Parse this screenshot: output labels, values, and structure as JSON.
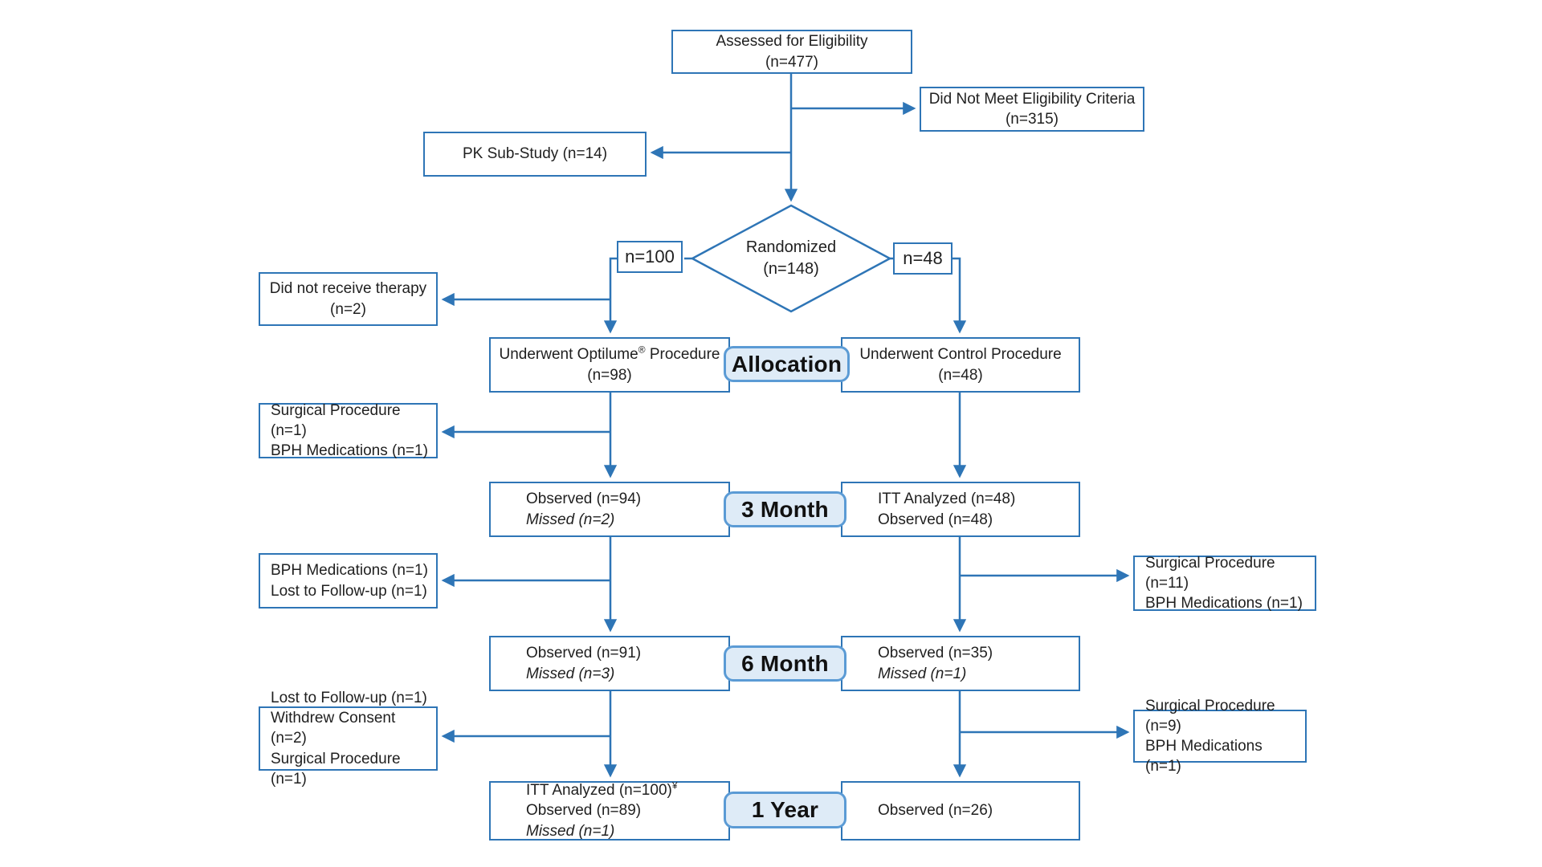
{
  "colors": {
    "line_blue": "#2e75b6",
    "badge_fill": "#deebf7",
    "badge_border": "#5b9bd5",
    "text": "#1f1f1f"
  },
  "badges": {
    "allocation": "Allocation",
    "month3": "3 Month",
    "month6": "6 Month",
    "year1": "1 Year"
  },
  "nodes": {
    "assessed": {
      "lines": [
        "Assessed for Eligibility",
        "(n=477)"
      ]
    },
    "not_eligible": {
      "lines": [
        "Did Not Meet Eligibility Criteria",
        "(n=315)"
      ]
    },
    "pk_substudy": {
      "lines": [
        "PK Sub-Study (n=14)"
      ]
    },
    "randomized": {
      "lines": [
        "Randomized",
        "(n=148)"
      ]
    },
    "n100": {
      "label": "n=100"
    },
    "n48": {
      "label": "n=48"
    },
    "no_therapy": {
      "lines": [
        "Did not receive therapy",
        "(n=2)"
      ]
    },
    "optilume": {
      "line1_prefix": "Underwent Optilume",
      "line1_sup": "®",
      "line1_suffix": " Procedure",
      "line2": "(n=98)"
    },
    "control": {
      "lines": [
        "Underwent Control Procedure",
        "(n=48)"
      ]
    },
    "excl_optilume_3m": {
      "lines": [
        "Surgical Procedure (n=1)",
        "BPH Medications (n=1)"
      ]
    },
    "observed_3m_optilume": {
      "line1": "Observed (n=94)",
      "line2": "Missed (n=2)"
    },
    "itt_3m_control": {
      "lines": [
        "ITT Analyzed (n=48)",
        "Observed (n=48)"
      ]
    },
    "excl_optilume_6m": {
      "lines": [
        "BPH Medications (n=1)",
        "Lost to Follow-up (n=1)"
      ]
    },
    "excl_control_6m": {
      "lines": [
        "Surgical Procedure (n=11)",
        "BPH Medications (n=1)"
      ]
    },
    "observed_6m_optilume": {
      "line1": "Observed (n=91)",
      "line2": "Missed (n=3)"
    },
    "observed_6m_control": {
      "line1": "Observed (n=35)",
      "line2": "Missed (n=1)"
    },
    "excl_optilume_1y": {
      "lines": [
        "Lost to Follow-up (n=1)",
        "Withdrew Consent (n=2)",
        "Surgical Procedure (n=1)"
      ]
    },
    "excl_control_1y": {
      "lines": [
        "Surgical Procedure (n=9)",
        "BPH Medications (n=1)"
      ]
    },
    "itt_1y_optilume": {
      "line1_prefix": "ITT Analyzed (n=100)",
      "line1_sup": "¥",
      "line2": "Observed (n=89)",
      "line3": "Missed (n=1)"
    },
    "observed_1y_control": {
      "lines": [
        "Observed (n=26)"
      ]
    }
  }
}
